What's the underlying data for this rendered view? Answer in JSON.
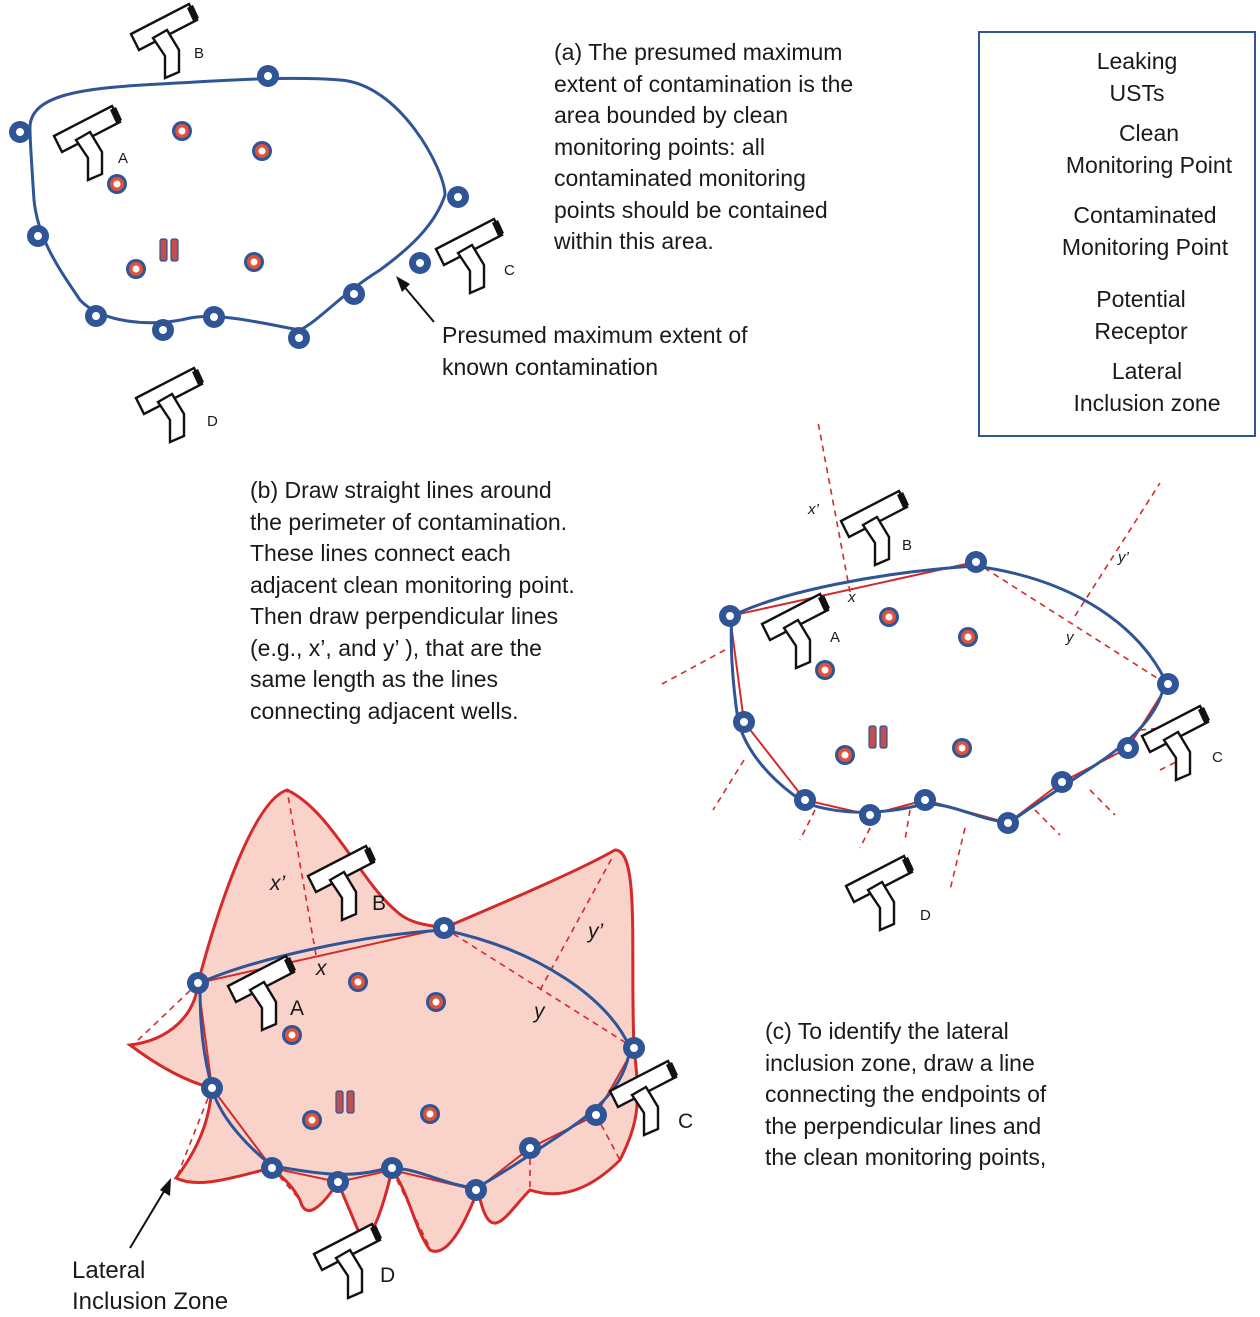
{
  "captions": {
    "a": "(a) The presumed maximum\nextent of contamination is the\narea bounded by clean\nmonitoring points: all\ncontaminated monitoring\npoints should be contained\nwithin this area.",
    "b": "(b) Draw straight lines around\nthe perimeter of contamination.\nThese lines connect each\nadjacent clean monitoring point.\nThen draw perpendicular lines\n(e.g., x’, and y’ ), that are the\nsame length as the lines\nconnecting adjacent wells.",
    "c": "(c) To identify the lateral\ninclusion zone, draw a line\nconnecting the endpoints of\nthe perpendicular lines and\nthe clean monitoring points,",
    "extent": "Presumed maximum extent of\nknown contamination",
    "lateral": "Lateral\nInclusion Zone"
  },
  "legend": {
    "leaking": "Leaking\nUSTs",
    "clean": "Clean\nMonitoring Point",
    "contaminated": "Contaminated\nMonitoring Point",
    "receptor": "Potential\nReceptor",
    "lateral": "Lateral\nInclusion zone"
  },
  "receptor_labels": {
    "a": "A",
    "b": "B",
    "c": "C",
    "d": "D"
  },
  "line_labels": {
    "x": "x",
    "x_prime": "x’",
    "y": "y",
    "y_prime": "y’"
  },
  "colors": {
    "clean": "#2f5597",
    "contaminated": "#e0533a",
    "ust": "#c0504d",
    "plume_outline": "#2f5597",
    "red_lines": "#d42a2a",
    "zone_fill": "#f9d3c9"
  },
  "icons": {
    "receptor": "house-receptor-icon",
    "ust": "leaking-ust-icon",
    "clean": "clean-point-icon",
    "contaminated": "contaminated-point-icon"
  }
}
